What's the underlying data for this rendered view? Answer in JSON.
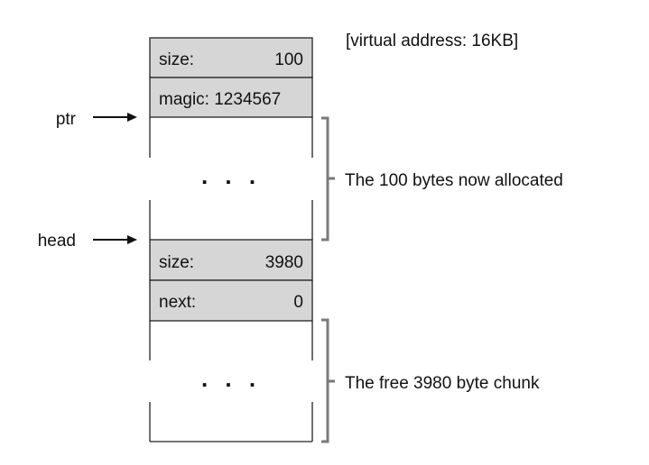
{
  "address_label": "[virtual address: 16KB]",
  "colors": {
    "cell_fill": "#d6d6d6",
    "line": "#222222",
    "bracket": "#7a7a7a"
  },
  "allocated_block": {
    "header": {
      "size_label": "size:",
      "size_value": "100",
      "magic_label": "magic: 1234567"
    },
    "ellipsis": ". . .",
    "bracket_label": "The 100 bytes now allocated"
  },
  "free_block": {
    "header": {
      "size_label": "size:",
      "size_value": "3980",
      "next_label": "next:",
      "next_value": "0"
    },
    "ellipsis": ". . .",
    "bracket_label": "The free 3980 byte chunk"
  },
  "pointers": {
    "ptr_label": "ptr",
    "head_label": "head"
  }
}
